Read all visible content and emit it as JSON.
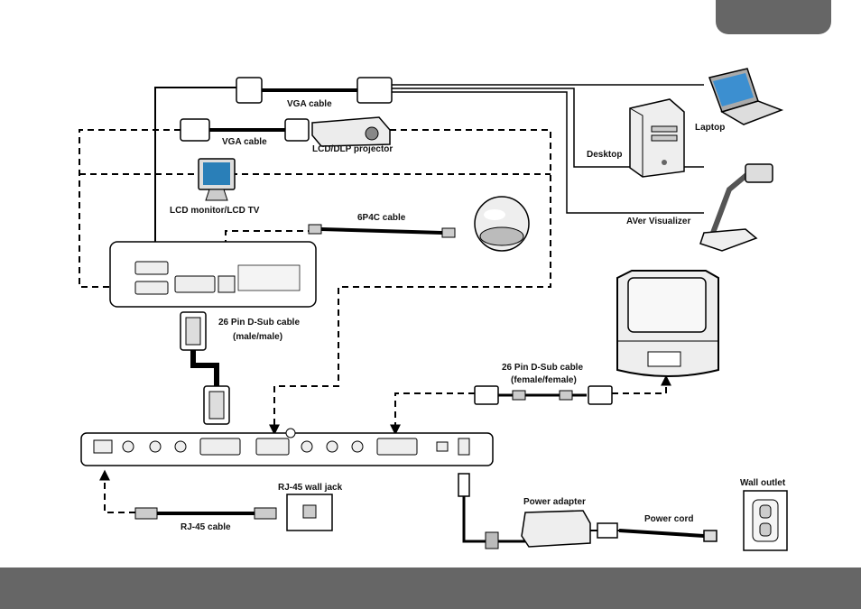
{
  "labels": {
    "vga_cable_top": "VGA cable",
    "vga_cable_2": "VGA cable",
    "projector": "LCD/DLP projector",
    "laptop": "Laptop",
    "desktop": "Desktop",
    "monitor": "LCD monitor/LCD TV",
    "six_p4c_cable": "6P4C cable",
    "visualizer": "AVer Visualizer",
    "dsub_male_line1": "26 Pin D-Sub cable",
    "dsub_male_line2": "(male/male)",
    "dsub_female_line1": "26 Pin D-Sub cable",
    "dsub_female_line2": "(female/female)",
    "rj45_jack": "RJ-45 wall jack",
    "rj45_cable": "RJ-45 cable",
    "power_adapter": "Power adapter",
    "power_cord": "Power cord",
    "wall_outlet": "Wall outlet"
  }
}
